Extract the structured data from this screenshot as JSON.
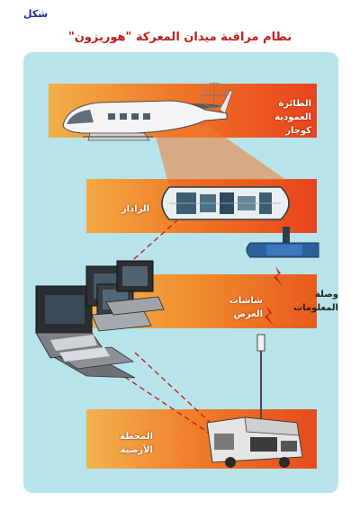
{
  "header": {
    "figure_label": "شكل",
    "title": "نظام مراقبة ميدان المعركة \"هوريزون\""
  },
  "labels": {
    "helicopter_line1": "الطائرة العمودية",
    "helicopter_line2": "كوجار",
    "radar": "الرادار",
    "display_screens": "شاشات العرض",
    "data_link": "وصلة المعلومات",
    "ground_station_line1": "المحطة",
    "ground_station_line2": "الأرضية"
  },
  "colors": {
    "panel": "#b7e4ea",
    "band_start": "#f2b04a",
    "band_end": "#e8421c",
    "title": "#c0201a",
    "figure_label": "#1f2aa6"
  }
}
